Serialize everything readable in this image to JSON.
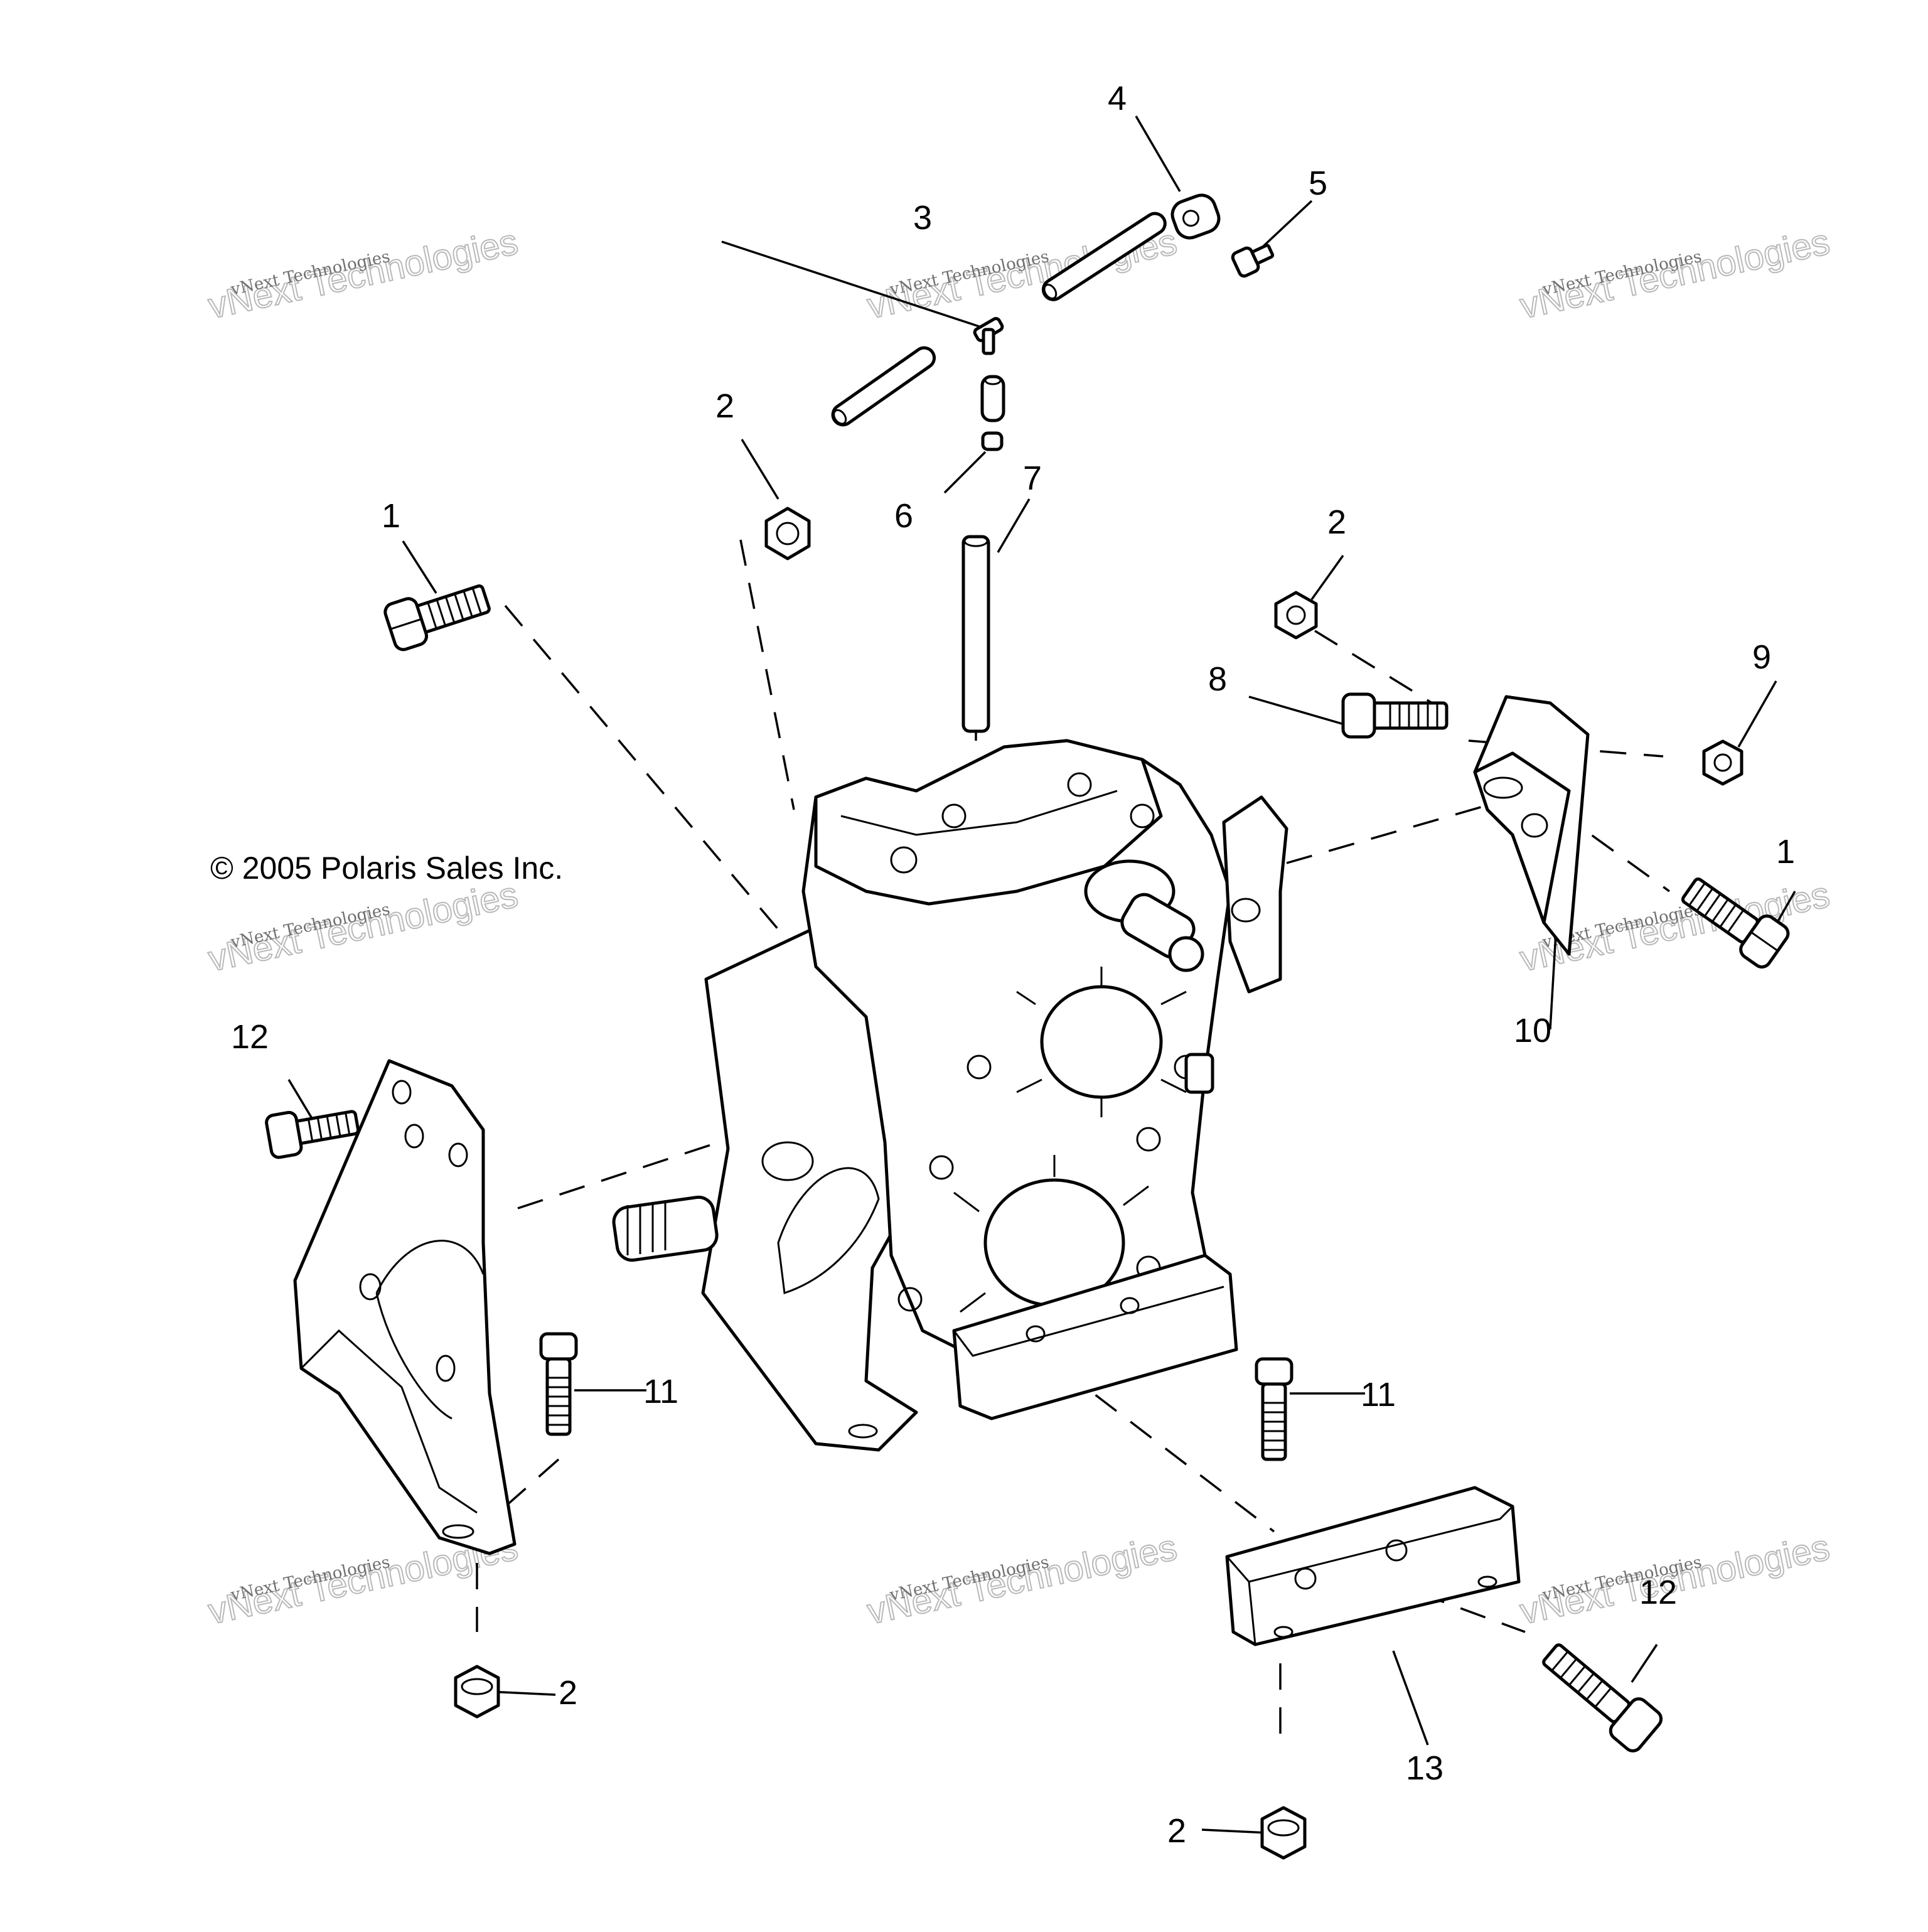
{
  "copyright": "© 2005 Polaris Sales Inc.",
  "watermark": {
    "line1": "vNext Technologies",
    "line2": "vNext Technologies"
  },
  "callouts": {
    "c1a": "1",
    "c1b": "1",
    "c2a": "2",
    "c2b": "2",
    "c2c": "2",
    "c2d": "2",
    "c3": "3",
    "c4": "4",
    "c5": "5",
    "c6": "6",
    "c7": "7",
    "c8": "8",
    "c9": "9",
    "c10": "10",
    "c11a": "11",
    "c11b": "11",
    "c12a": "12",
    "c12b": "12",
    "c13": "13"
  }
}
